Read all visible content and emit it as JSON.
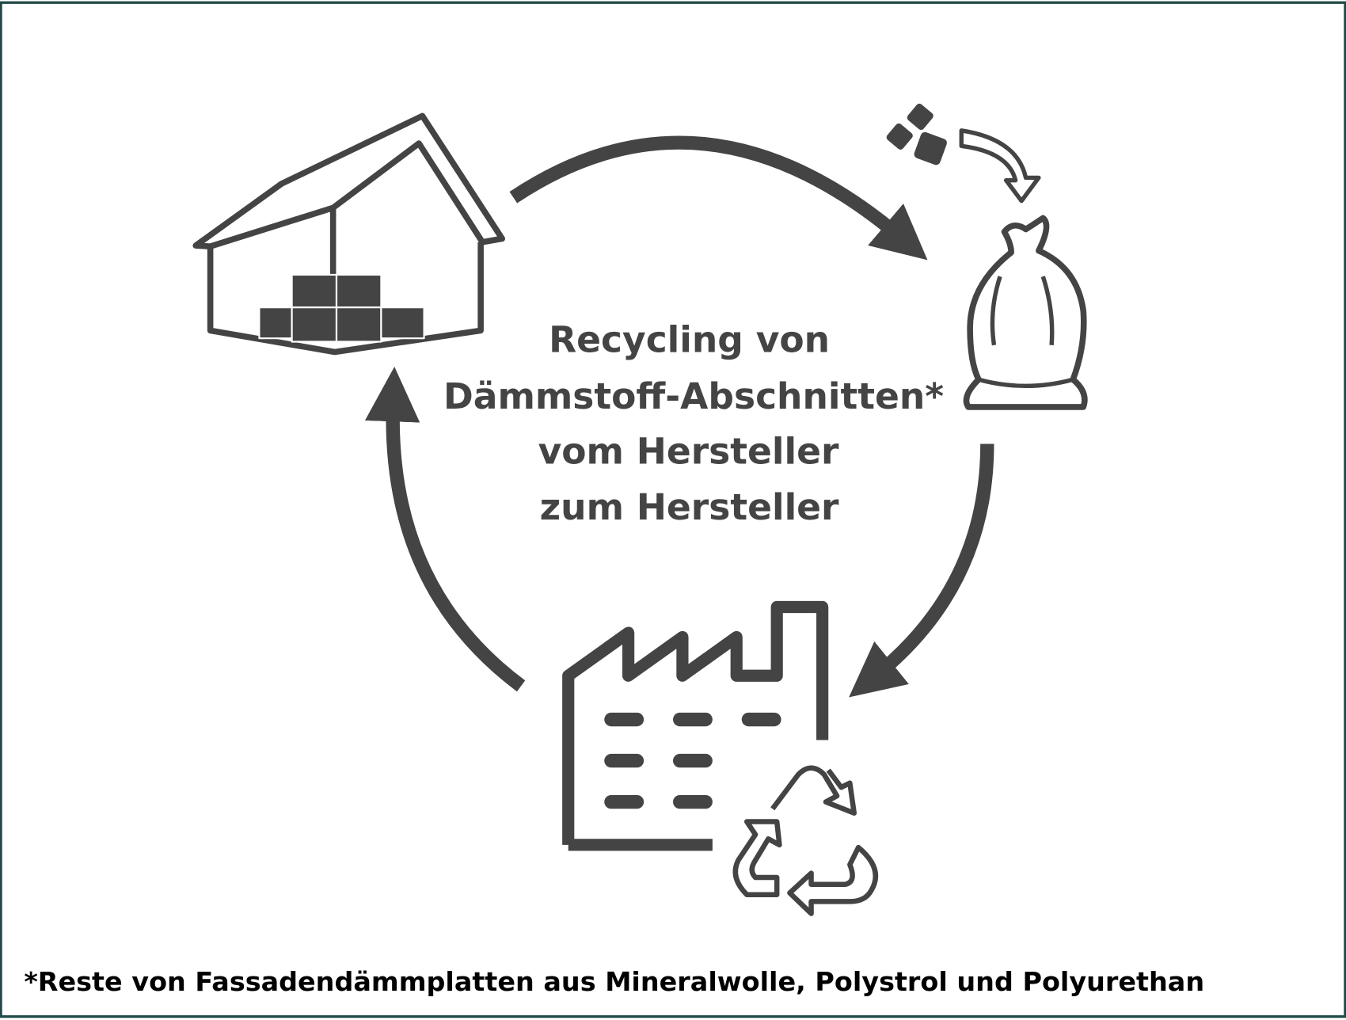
{
  "title_lines": [
    "Recycling von",
    "Dämmstoff-Abschnitten*",
    "vom Hersteller",
    "zum Hersteller"
  ],
  "footnote": "*Reste von Fassadendämmplatten aus Mineralwolle, Polystrol und Polyurethan",
  "colors": {
    "ink": "#444444",
    "border": "#1f4a45"
  }
}
